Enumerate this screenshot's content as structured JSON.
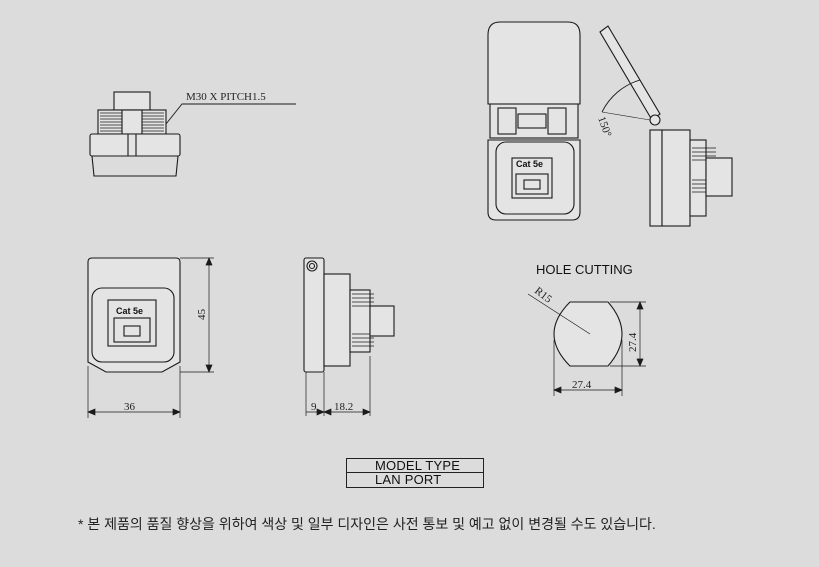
{
  "labels": {
    "thread": "M30 X PITCH1.5",
    "angle": "150°",
    "cat_top": "Cat 5e",
    "cat_front": "Cat 5e",
    "hole_title": "HOLE CUTTING",
    "radius": "R15",
    "dim_height": "45",
    "dim_width": "36",
    "dim_depth_a": "9",
    "dim_depth_b": "18.2",
    "hole_h": "27.4",
    "hole_w": "27.4"
  },
  "model_table": {
    "header": "MODEL  TYPE",
    "value": "LAN PORT"
  },
  "footnote": "* 본 제품의 품질 향상을 위하여 색상 및 일부 디자인은 사전 통보 및 예고 없이 변경될 수도 있습니다.",
  "colors": {
    "background": "#dcdcdc",
    "line": "#1a1a1a",
    "fill": "#e4e4e4"
  }
}
